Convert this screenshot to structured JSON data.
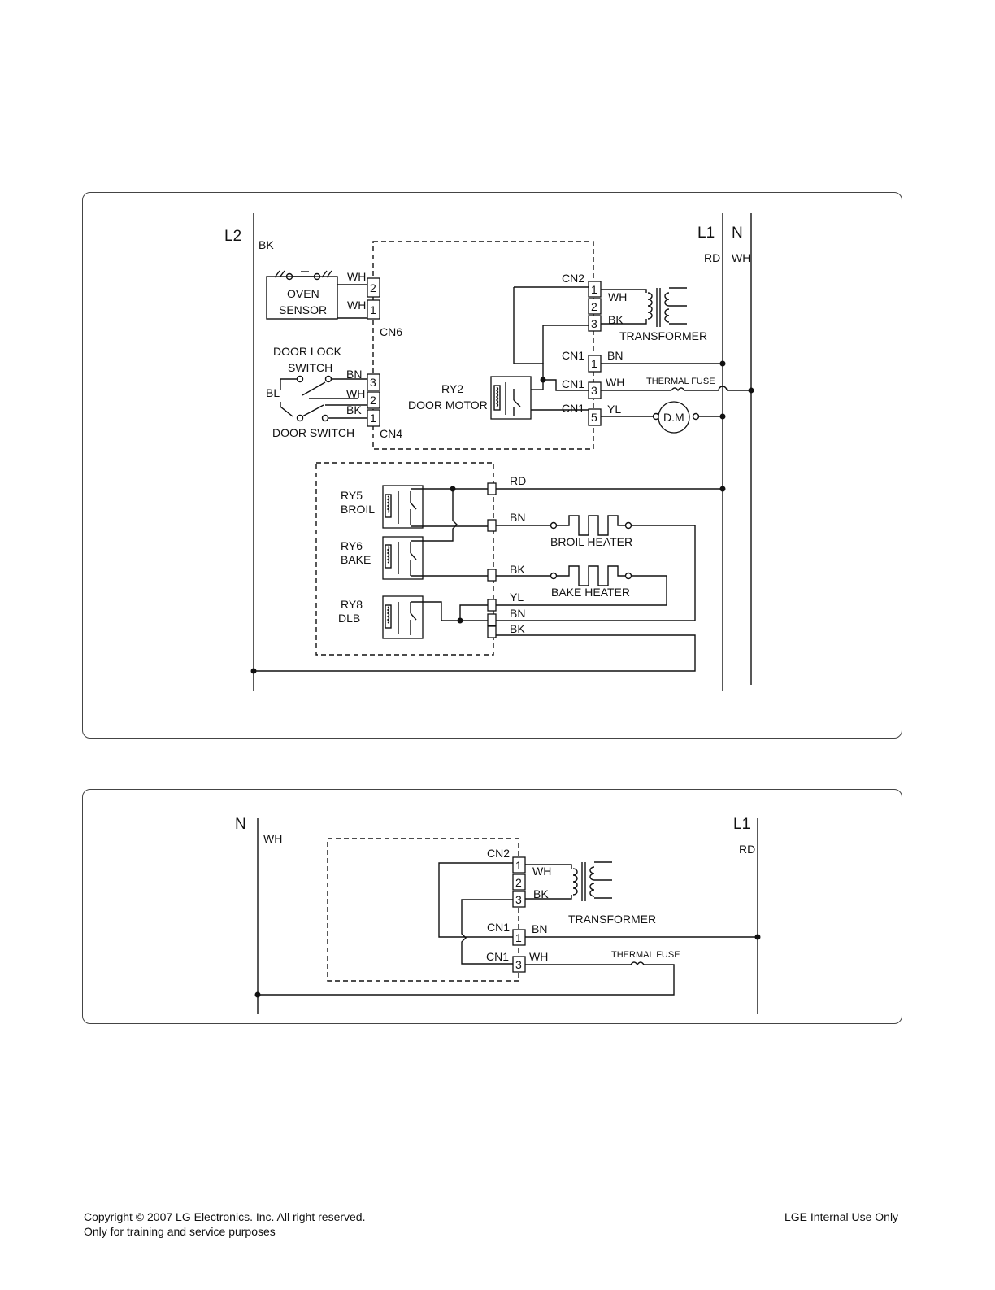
{
  "top": {
    "rails": {
      "l2": "L2",
      "l1": "L1",
      "n": "N",
      "bk": "BK",
      "rd": "RD",
      "wh": "WH"
    },
    "sensor": {
      "line1": "OVEN",
      "line2": "SENSOR",
      "wire2": "WH",
      "wire1": "WH"
    },
    "cn6": {
      "label": "CN6",
      "pin2": "2",
      "pin1": "1"
    },
    "door_lock": {
      "line1": "DOOR LOCK",
      "line2": "SWITCH"
    },
    "door_switch": "DOOR SWITCH",
    "bl": "BL",
    "cn4": {
      "label": "CN4",
      "pin3": "3",
      "pin2": "2",
      "pin1": "1",
      "wire3": "BN",
      "wire2": "WH",
      "wire1": "BK"
    },
    "ry2": {
      "line1": "RY2",
      "line2": "DOOR MOTOR"
    },
    "cn2": {
      "label": "CN2",
      "pin1": "1",
      "pin2": "2",
      "pin3": "3",
      "wire1": "WH",
      "wire3": "BK"
    },
    "transformer": "TRANSFORMER",
    "cn1": {
      "label": "CN1",
      "pin1": "1",
      "pin3": "3",
      "pin5": "5",
      "wire1": "BN",
      "wire3": "WH",
      "wire5": "YL"
    },
    "thermal_fuse": "THERMAL FUSE",
    "dm": "D.M",
    "ry5": {
      "line1": "RY5",
      "line2": "BROIL"
    },
    "ry6": {
      "line1": "RY6",
      "line2": "BAKE"
    },
    "ry8": {
      "line1": "RY8",
      "line2": "DLB"
    },
    "relay_wires": {
      "rd": "RD",
      "bn1": "BN",
      "bk1": "BK",
      "yl": "YL",
      "bn2": "BN",
      "bk2": "BK"
    },
    "broil_heater": "BROIL HEATER",
    "bake_heater": "BAKE HEATER"
  },
  "bottom": {
    "rails": {
      "n": "N",
      "l1": "L1",
      "wh": "WH",
      "rd": "RD"
    },
    "cn2": {
      "label": "CN2",
      "pin1": "1",
      "pin2": "2",
      "pin3": "3",
      "wire1": "WH",
      "wire3": "BK"
    },
    "transformer": "TRANSFORMER",
    "cn1a": {
      "label": "CN1",
      "pin": "1",
      "wire": "BN"
    },
    "cn1b": {
      "label": "CN1",
      "pin": "3",
      "wire": "WH"
    },
    "thermal_fuse": "THERMAL FUSE"
  },
  "footer": {
    "copyright": "Copyright © 2007 LG Electronics. Inc. All right reserved.",
    "training": "Only for training and service purposes",
    "internal": "LGE Internal Use Only"
  }
}
